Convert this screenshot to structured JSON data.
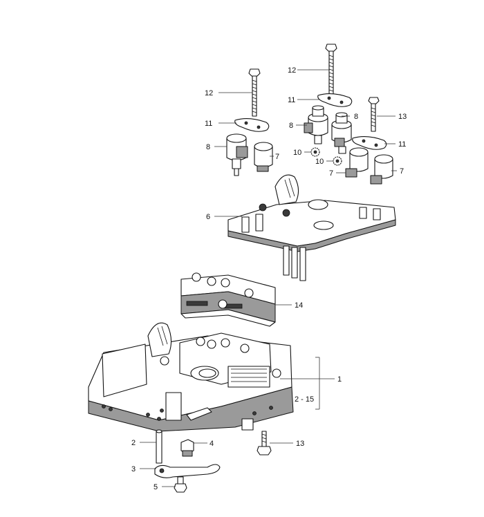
{
  "callouts": [
    {
      "id": "c12a",
      "text": "12"
    },
    {
      "id": "c12b",
      "text": "12"
    },
    {
      "id": "c11a",
      "text": "11"
    },
    {
      "id": "c11b",
      "text": "11"
    },
    {
      "id": "c11c",
      "text": "11"
    },
    {
      "id": "c13a",
      "text": "13"
    },
    {
      "id": "c13b",
      "text": "13"
    },
    {
      "id": "c8a",
      "text": "8"
    },
    {
      "id": "c8b",
      "text": "8"
    },
    {
      "id": "c8c",
      "text": "8"
    },
    {
      "id": "c10a",
      "text": "10"
    },
    {
      "id": "c10b",
      "text": "10"
    },
    {
      "id": "c7a",
      "text": "7"
    },
    {
      "id": "c7b",
      "text": "7"
    },
    {
      "id": "c7c",
      "text": "7"
    },
    {
      "id": "c6",
      "text": "6"
    },
    {
      "id": "c14",
      "text": "14"
    },
    {
      "id": "c1",
      "text": "1"
    },
    {
      "id": "c215",
      "text": "2 - 15"
    },
    {
      "id": "c2",
      "text": "2"
    },
    {
      "id": "c4",
      "text": "4"
    },
    {
      "id": "c3",
      "text": "3"
    },
    {
      "id": "c5",
      "text": "5"
    }
  ]
}
